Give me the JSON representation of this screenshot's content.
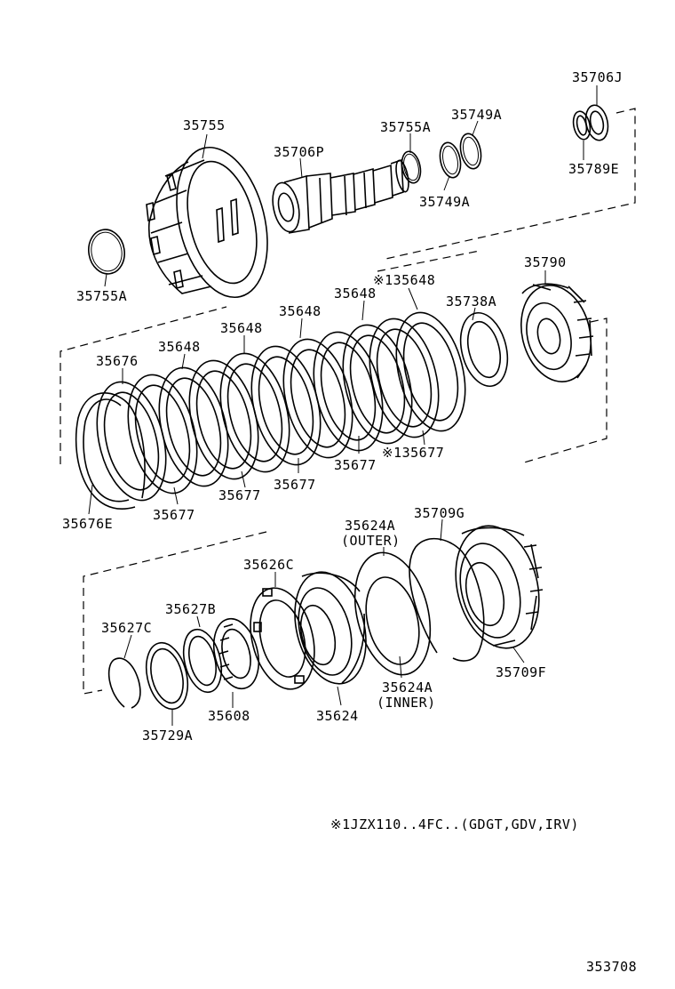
{
  "labels": {
    "p35706J": "35706J",
    "p35755": "35755",
    "p35755A_top": "35755A",
    "p35749A_top": "35749A",
    "p35706P": "35706P",
    "p35789E": "35789E",
    "p35749A_bot": "35749A",
    "p35755A_left": "35755A",
    "p35790": "35790",
    "p135648": "※135648",
    "p35648_1": "35648",
    "p35738A": "35738A",
    "p35648_2": "35648",
    "p35648_3": "35648",
    "p35648_4": "35648",
    "p35676": "35676",
    "p35677_1": "35677",
    "p135677": "※135677",
    "p35677_2": "35677",
    "p35677_3": "35677",
    "p35677_4": "35677",
    "p35676E": "35676E",
    "p35624A_outer": "35624A",
    "p_outer": "(OUTER)",
    "p35709G": "35709G",
    "p35626C": "35626C",
    "p35627B": "35627B",
    "p35627C": "35627C",
    "p35709F": "35709F",
    "p35624A_inner": "35624A",
    "p_inner": "(INNER)",
    "p35608": "35608",
    "p35624": "35624",
    "p35729A": "35729A"
  },
  "footnote": "※1JZX110..4FC..(GDGT,GDV,IRV)",
  "diagram_id": "353708"
}
